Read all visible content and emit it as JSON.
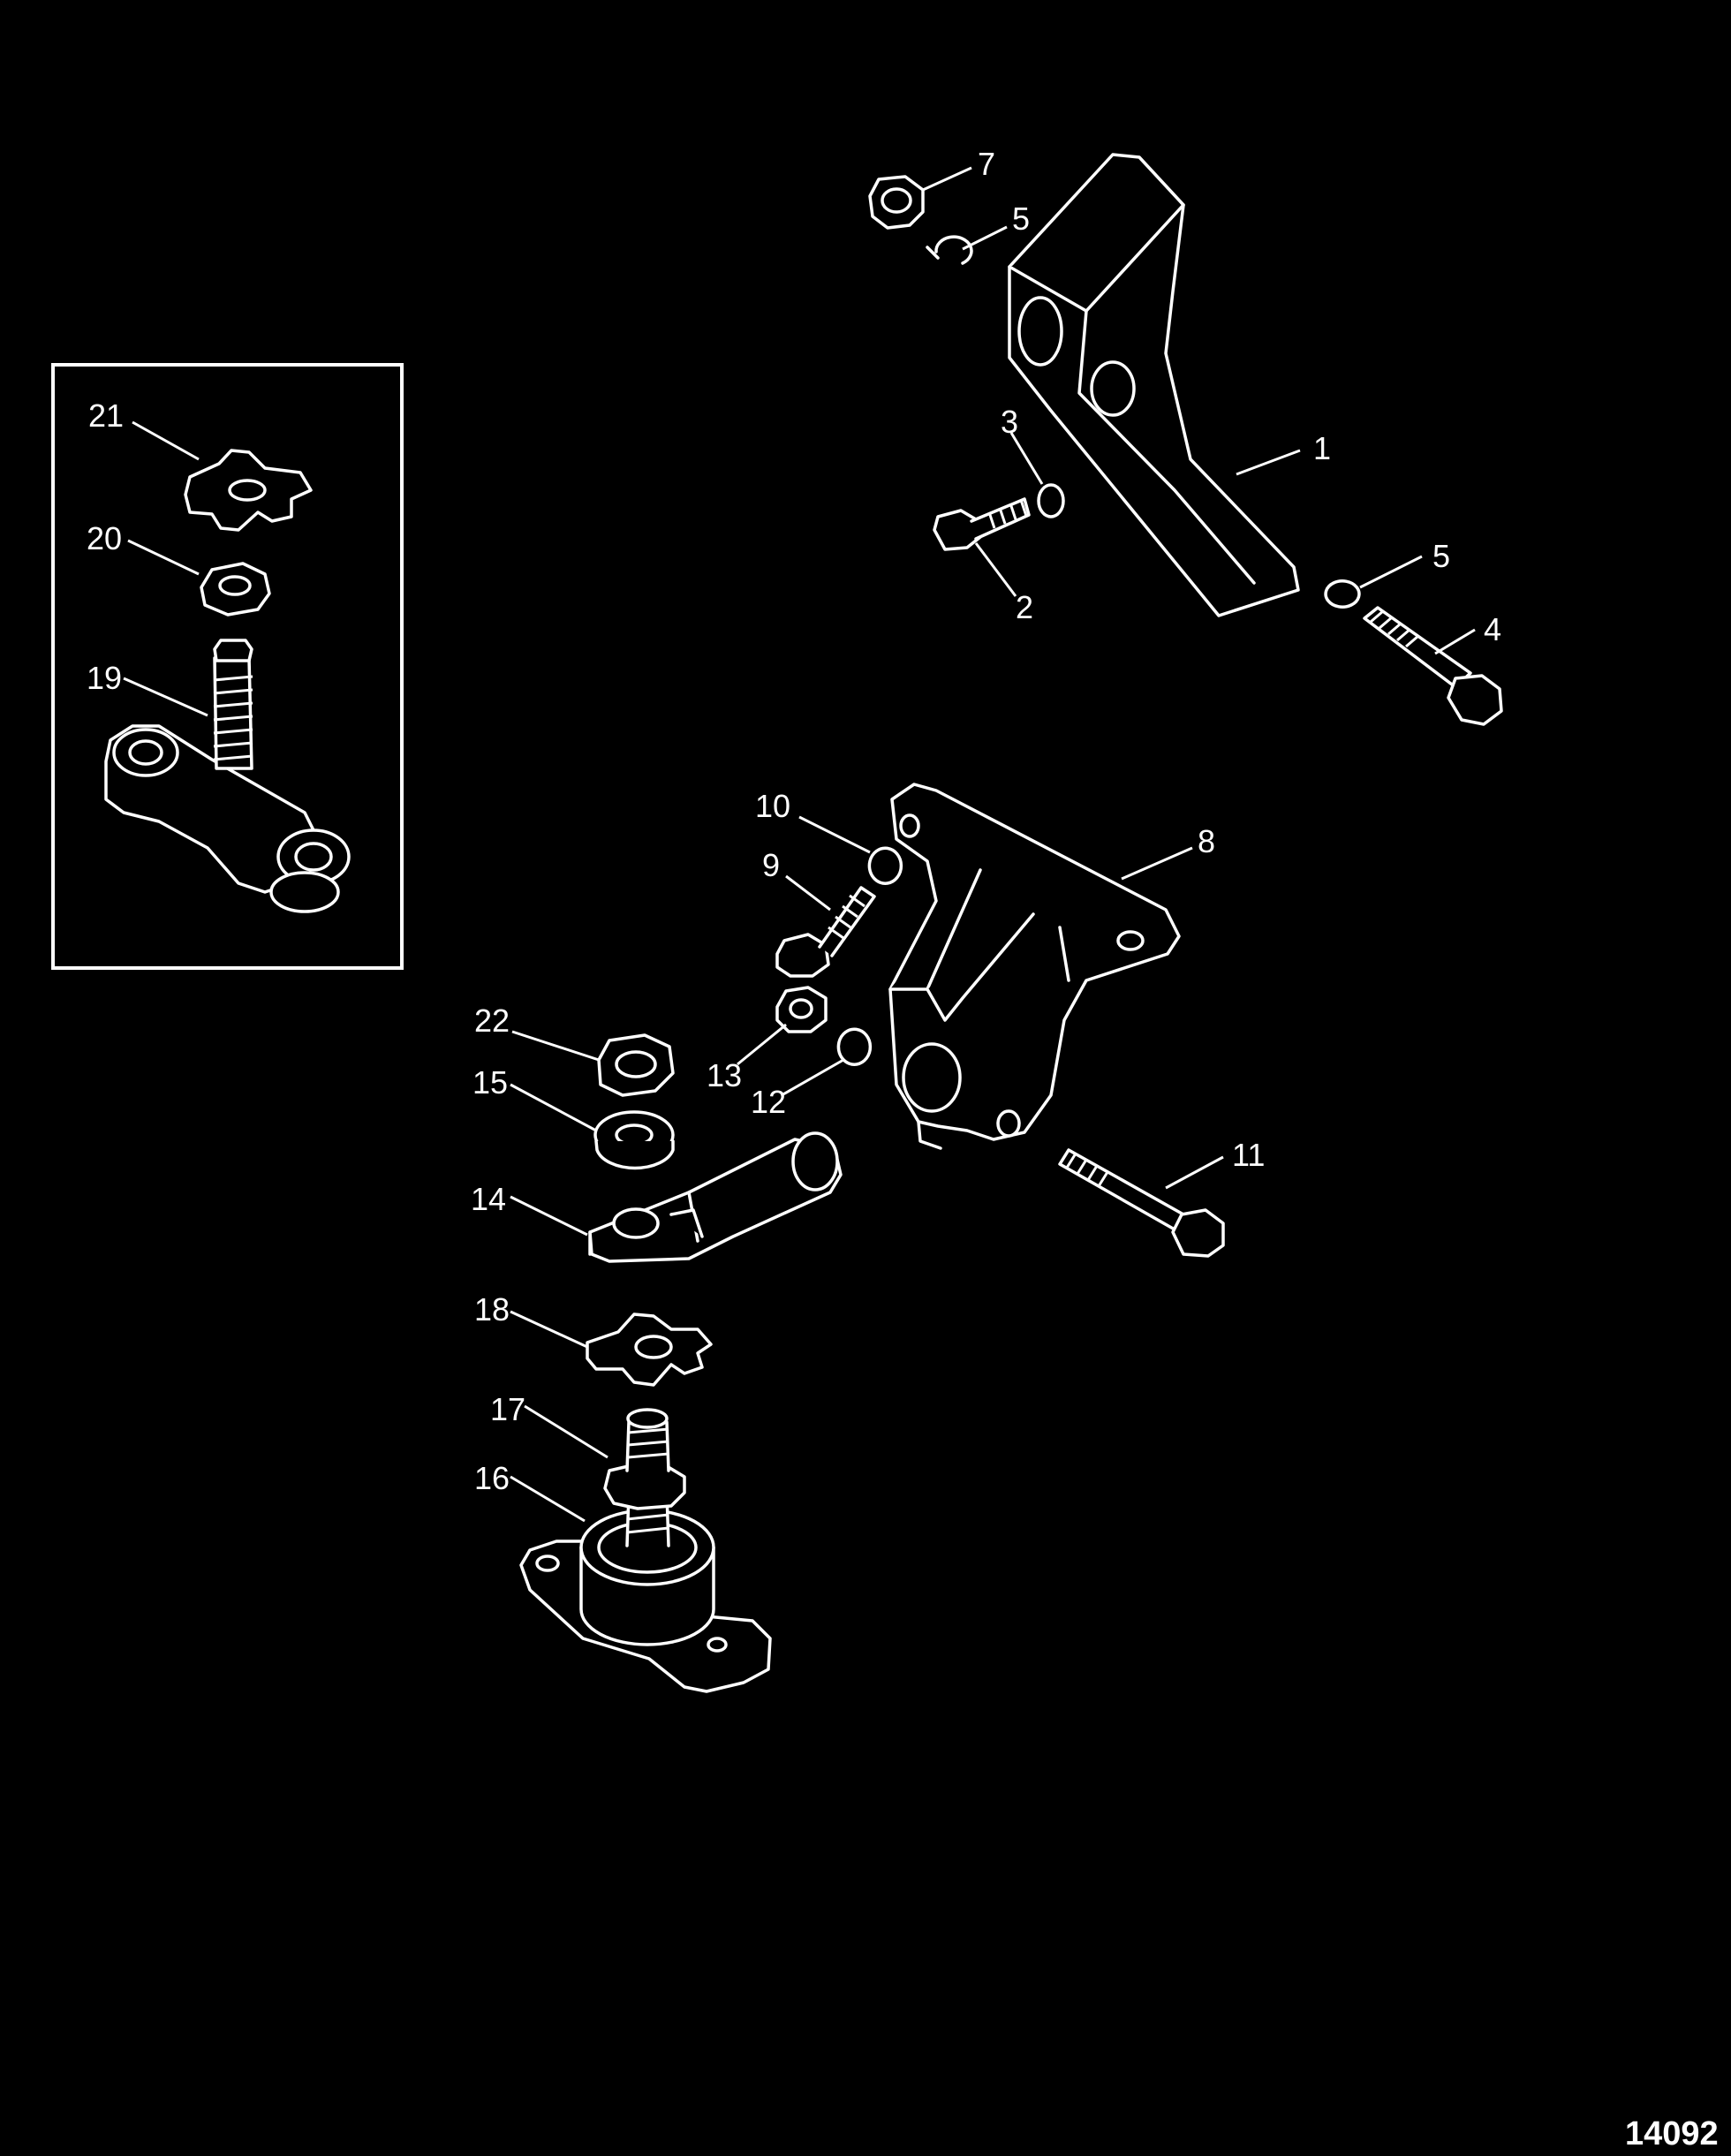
{
  "figure_id": "14092",
  "callouts": [
    "1",
    "2",
    "3",
    "4",
    "5",
    "5",
    "7",
    "8",
    "9",
    "10",
    "11",
    "12",
    "13",
    "14",
    "15",
    "16",
    "17",
    "18",
    "19",
    "20",
    "21",
    "22"
  ],
  "parts": [
    "bracket",
    "bolt",
    "washer",
    "bolt",
    "washer",
    "washer",
    "nut",
    "mount-bracket",
    "bolt",
    "washer",
    "bolt",
    "washer",
    "nut",
    "stud-link",
    "washer",
    "engine-mount",
    "nut",
    "tab-washer",
    "mount-link",
    "nut",
    "tab-washer",
    "nut"
  ]
}
